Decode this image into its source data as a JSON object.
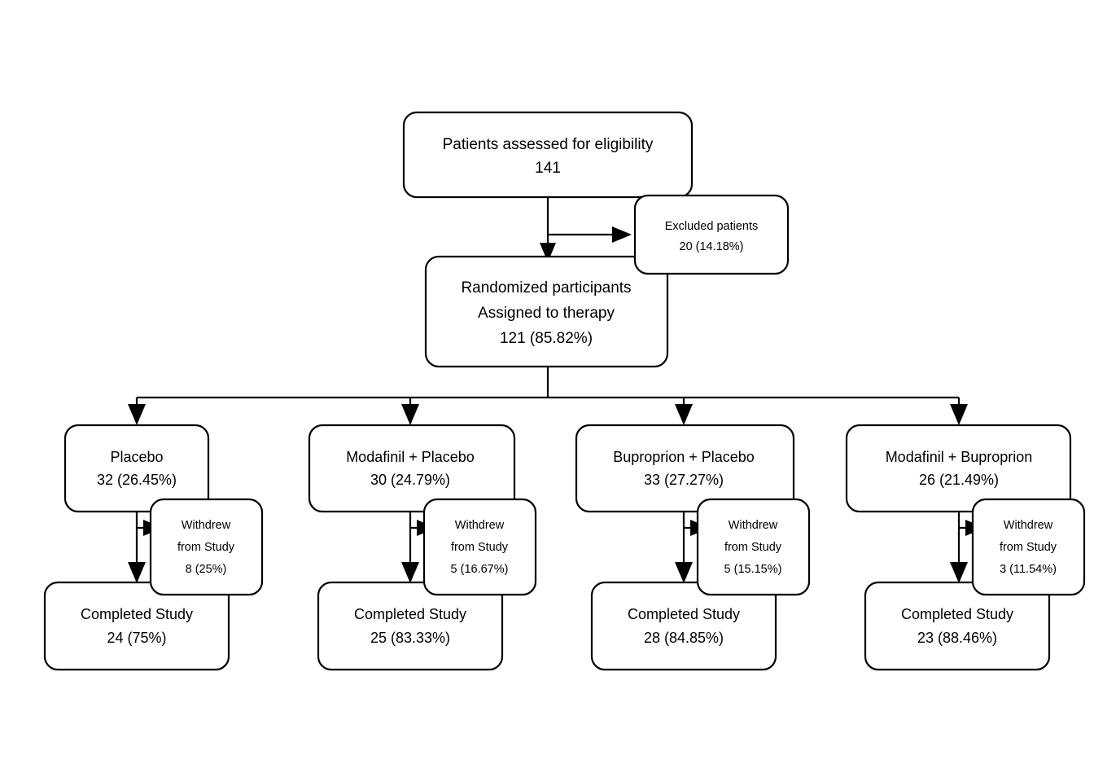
{
  "diagram": {
    "type": "consort-flow-diagram",
    "title": "CONSORT participant flow diagram",
    "stroke_color": "#000000",
    "fill_color": "#ffffff",
    "background": "#ffffff"
  },
  "nodes": {
    "eligibility": {
      "name": "patients-assessed-box",
      "lines": [
        "Patients assessed for eligibility",
        "141"
      ],
      "line1": "Patients assessed for eligibility",
      "line2": "141",
      "count": 141
    },
    "excluded": {
      "name": "excluded-patients-box",
      "lines": [
        "Excluded patients",
        "20 (14.18%)"
      ],
      "line1": "Excluded patients",
      "line2": "20 (14.18%)",
      "count": 20,
      "percent": 14.18
    },
    "randomized": {
      "name": "randomized-participants-box",
      "lines": [
        "Randomized participants",
        "Assigned to therapy",
        "121 (85.82%)"
      ],
      "line1": "Randomized participants",
      "line2": "Assigned to therapy",
      "line3": "121 (85.82%)",
      "count": 121,
      "percent": 85.82
    }
  },
  "arms": [
    {
      "id": "placebo",
      "group": {
        "line1": "Placebo",
        "line2": "32 (26.45%)",
        "count": 32,
        "percent": 26.45
      },
      "withdrew": {
        "line1": "Withdrew",
        "line2": "from Study",
        "line3": "8 (25%)",
        "count": 8,
        "percent": 25
      },
      "completed": {
        "line1": "Completed Study",
        "line2": "24 (75%)",
        "count": 24,
        "percent": 75
      }
    },
    {
      "id": "modafinil-placebo",
      "group": {
        "line1": "Modafinil + Placebo",
        "line2": "30 (24.79%)",
        "count": 30,
        "percent": 24.79
      },
      "withdrew": {
        "line1": "Withdrew",
        "line2": "from Study",
        "line3": "5 (16.67%)",
        "count": 5,
        "percent": 16.67
      },
      "completed": {
        "line1": "Completed Study",
        "line2": "25 (83.33%)",
        "count": 25,
        "percent": 83.33
      }
    },
    {
      "id": "buproprion-placebo",
      "group": {
        "line1": "Buproprion + Placebo",
        "line2": "33 (27.27%)",
        "count": 33,
        "percent": 27.27
      },
      "withdrew": {
        "line1": "Withdrew",
        "line2": "from Study",
        "line3": "5 (15.15%)",
        "count": 5,
        "percent": 15.15
      },
      "completed": {
        "line1": "Completed Study",
        "line2": "28 (84.85%)",
        "count": 28,
        "percent": 84.85
      }
    },
    {
      "id": "modafinil-buproprion",
      "group": {
        "line1": "Modafinil + Buproprion",
        "line2": "26 (21.49%)",
        "count": 26,
        "percent": 21.49
      },
      "withdrew": {
        "line1": "Withdrew",
        "line2": "from Study",
        "line3": "3 (11.54%)",
        "count": 3,
        "percent": 11.54
      },
      "completed": {
        "line1": "Completed Study",
        "line2": "23 (88.46%)",
        "count": 23,
        "percent": 88.46
      }
    }
  ]
}
